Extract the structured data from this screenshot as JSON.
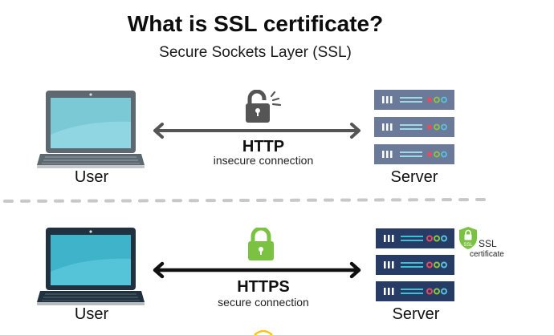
{
  "header": {
    "title": "What is SSL certificate?",
    "subtitle": "Secure Sockets Layer (SSL)"
  },
  "insecure": {
    "user_label": "User",
    "server_label": "Server",
    "protocol": "HTTP",
    "description": "insecure connection",
    "lock_icon": "unlocked-padlock-icon",
    "lock_color": "#555555",
    "laptop_screen_color": "#7cc9d6",
    "laptop_body_color": "#5d6870",
    "server_color": "#6b7a99",
    "arrow_color": "#555555"
  },
  "secure": {
    "user_label": "User",
    "server_label": "Server",
    "protocol": "HTTPS",
    "description": "secure connection",
    "lock_icon": "locked-padlock-icon",
    "lock_color": "#7cc242",
    "laptop_screen_color": "#3fb3c9",
    "laptop_body_color": "#22313f",
    "server_color": "#273c64",
    "arrow_color": "#111111",
    "certificate": {
      "badge_text": "SSL",
      "label_line1": "SSL",
      "label_line2": "certificate",
      "color": "#7cc242"
    }
  },
  "server_led_colors": [
    "#e84a5f",
    "#8cc63f",
    "#5bc0de"
  ]
}
